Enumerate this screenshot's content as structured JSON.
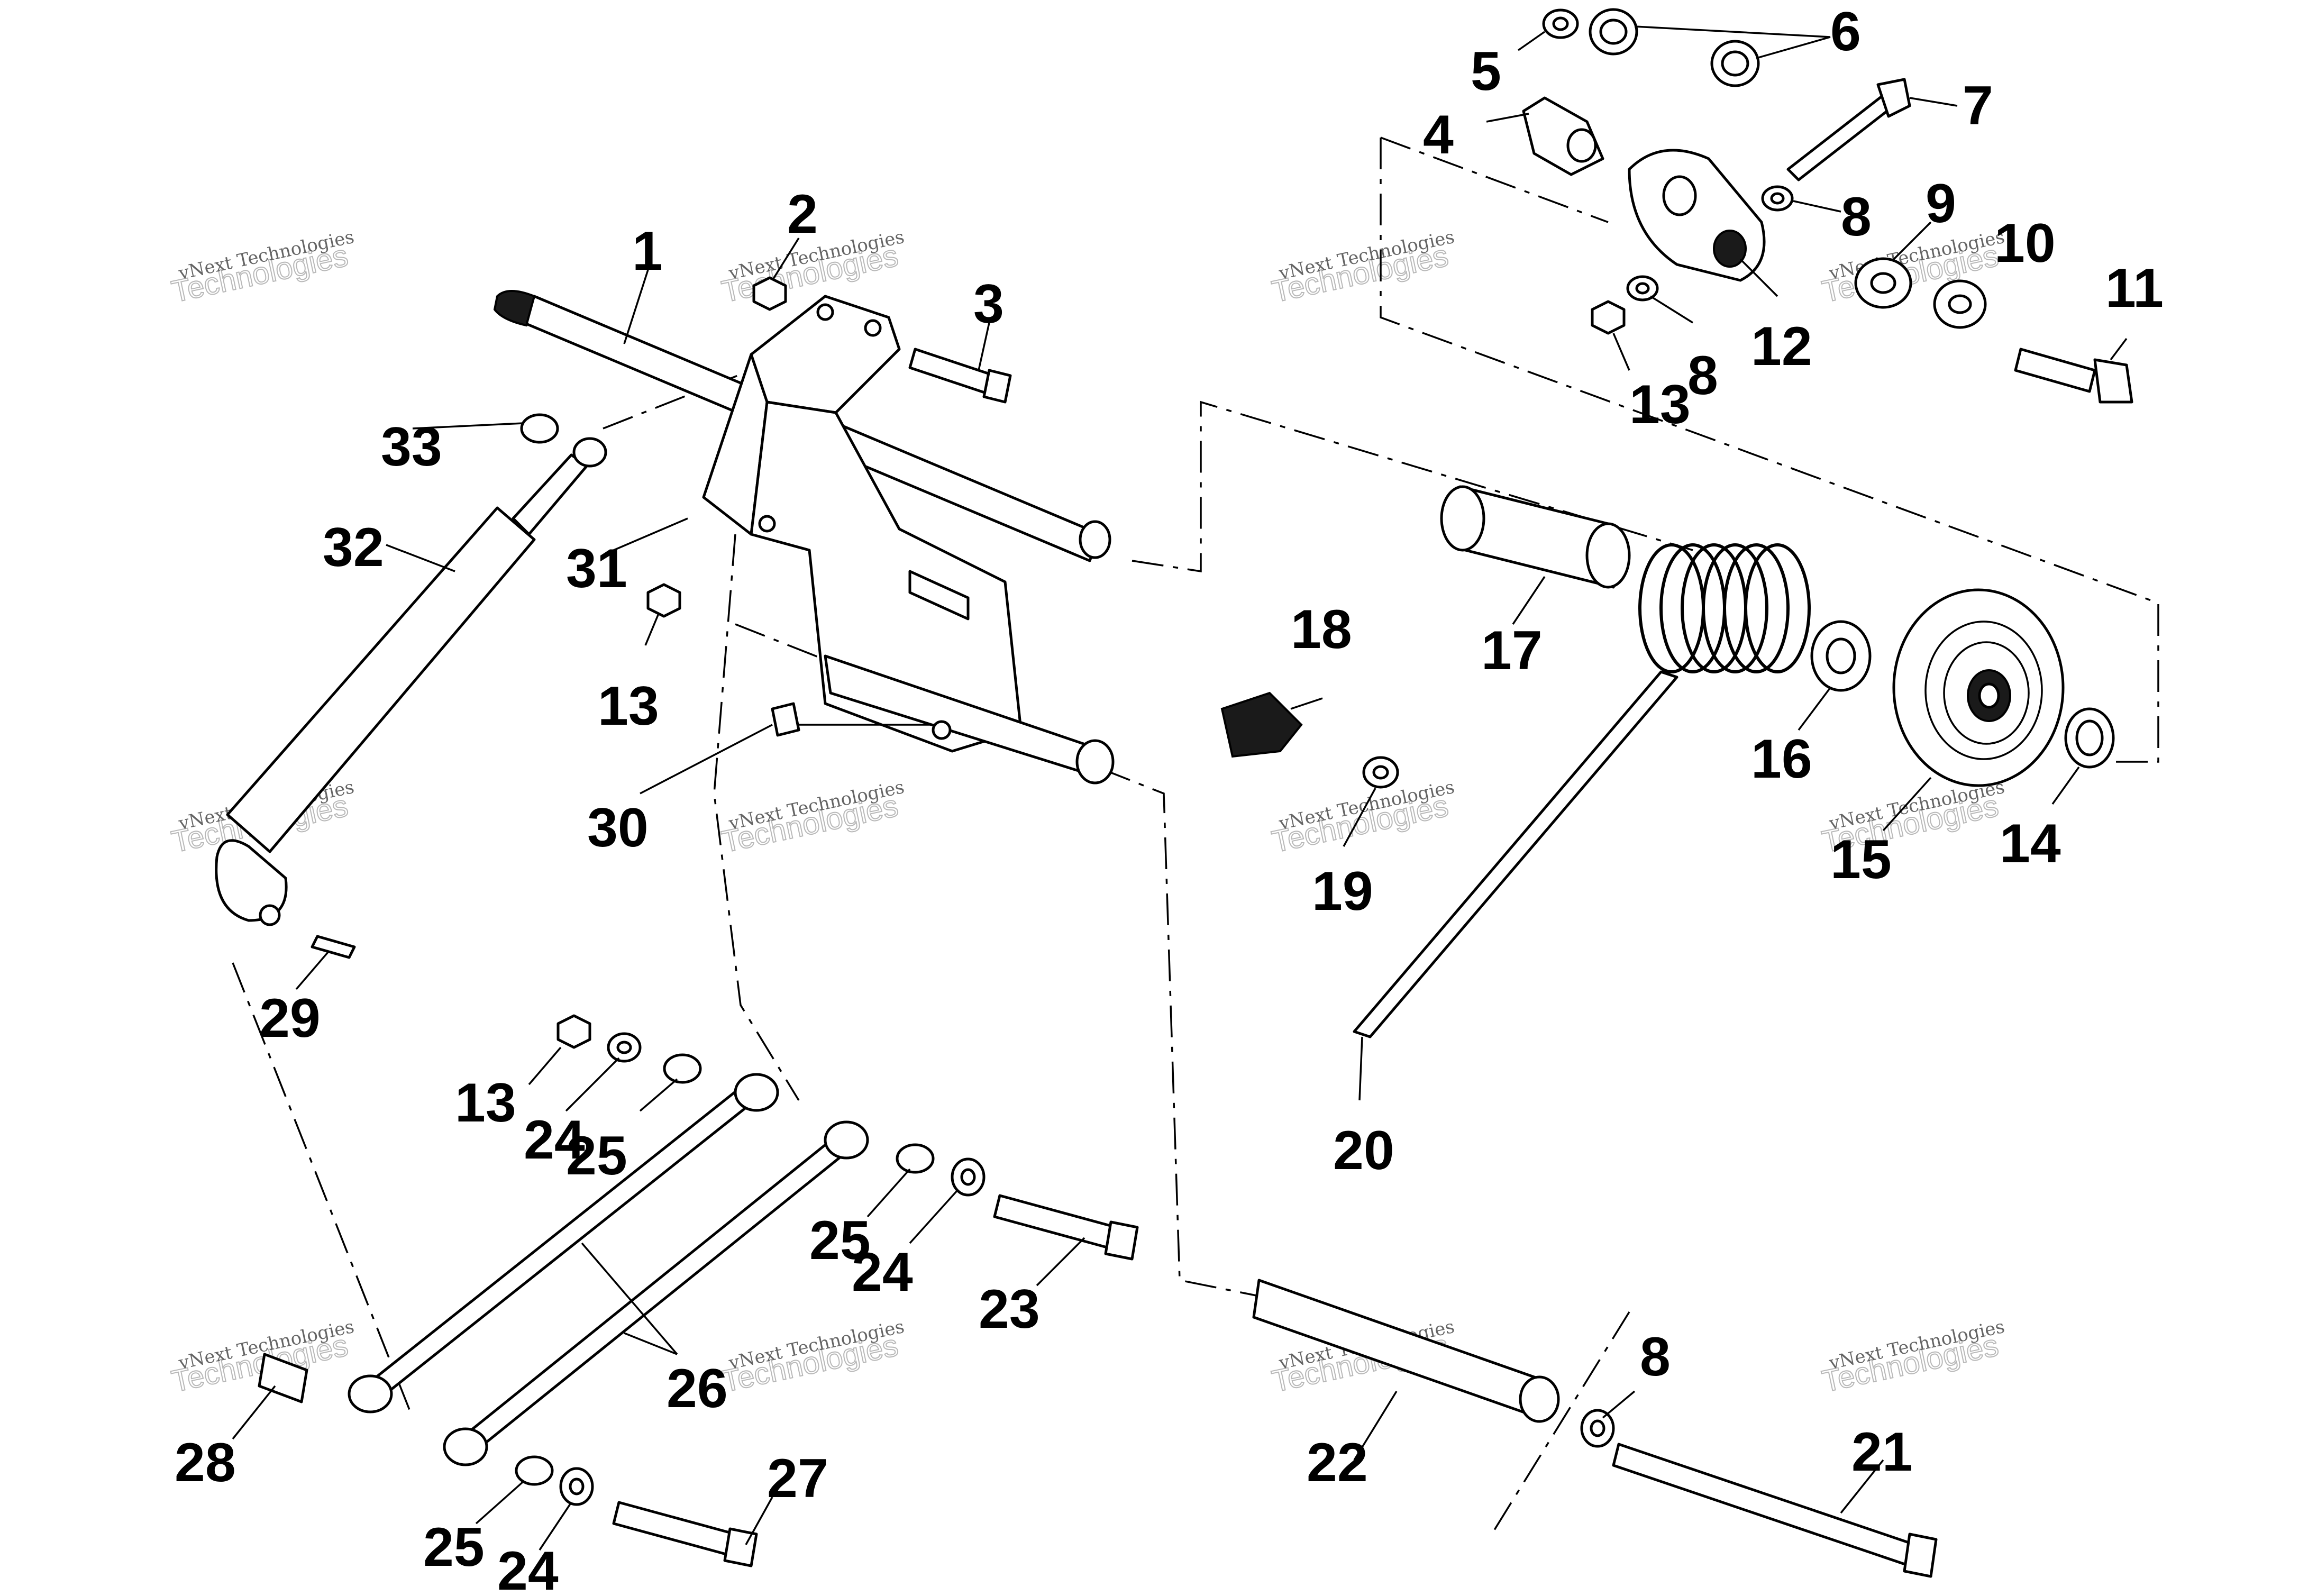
{
  "watermark": {
    "line1": "vNext Technologies",
    "line2": "Technologies",
    "small": "vNext"
  },
  "callouts": {
    "c1": "1",
    "c2": "2",
    "c3": "3",
    "c4": "4",
    "c5": "5",
    "c6": "6",
    "c7": "7",
    "c8a": "8",
    "c8b": "8",
    "c8c": "8",
    "c9": "9",
    "c10": "10",
    "c11": "11",
    "c12": "12",
    "c13a": "13",
    "c13b": "13",
    "c13c": "13",
    "c14": "14",
    "c15": "15",
    "c16": "16",
    "c17": "17",
    "c18": "18",
    "c19": "19",
    "c20": "20",
    "c21": "21",
    "c22": "22",
    "c23": "23",
    "c24a": "24",
    "c24b": "24",
    "c24c": "24",
    "c25a": "25",
    "c25b": "25",
    "c25c": "25",
    "c26": "26",
    "c27": "27",
    "c28": "28",
    "c29": "29",
    "c30": "30",
    "c31": "31",
    "c32": "32",
    "c33": "33"
  }
}
